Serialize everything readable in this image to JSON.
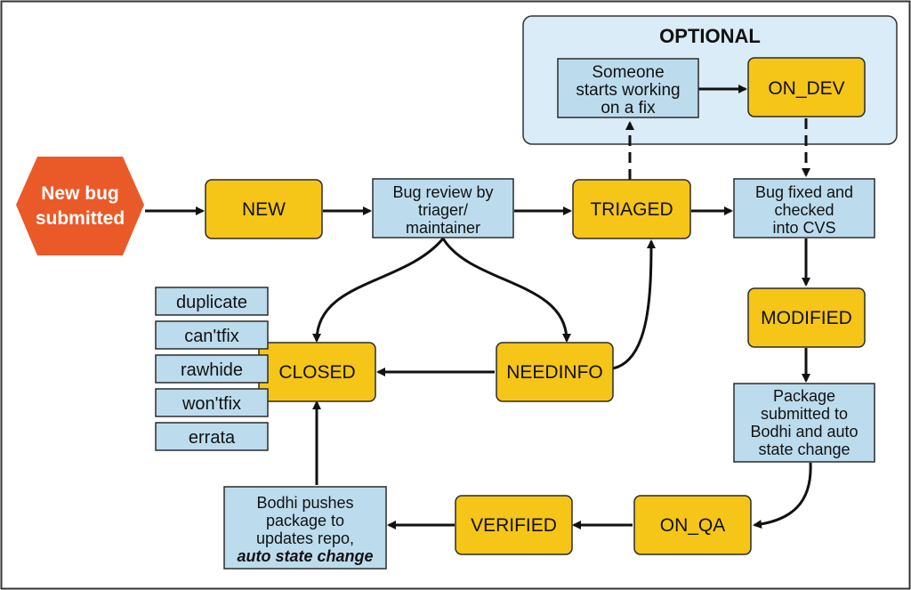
{
  "start": {
    "lines": [
      "New bug",
      "submitted"
    ]
  },
  "optional": {
    "title": "OPTIONAL"
  },
  "states": {
    "new": "NEW",
    "triaged": "TRIAGED",
    "on_dev": "ON_DEV",
    "modified": "MODIFIED",
    "closed": "CLOSED",
    "needinfo": "NEEDINFO",
    "verified": "VERIFIED",
    "on_qa": "ON_QA"
  },
  "processes": {
    "bug_review": [
      "Bug review by",
      "triager/",
      "maintainer"
    ],
    "someone_starts": [
      "Someone",
      "starts working",
      "on a fix"
    ],
    "bug_fixed": [
      "Bug fixed and",
      "checked",
      "into CVS"
    ],
    "package_submitted": [
      "Package",
      "submitted to",
      "Bodhi and auto",
      "state change"
    ],
    "bodhi_pushes": [
      "Bodhi pushes",
      "package to",
      "updates repo,",
      "auto state change"
    ]
  },
  "close_reasons": [
    "duplicate",
    "can'tfix",
    "rawhide",
    "won'tfix",
    "errata"
  ],
  "colors": {
    "state_fill": "#f5c518",
    "state_stroke": "#2b2b2b",
    "process_fill": "#bcdcee",
    "optional_fill": "#d9ecf7",
    "start_fill": "#ea5a28",
    "arrow": "#111111"
  }
}
